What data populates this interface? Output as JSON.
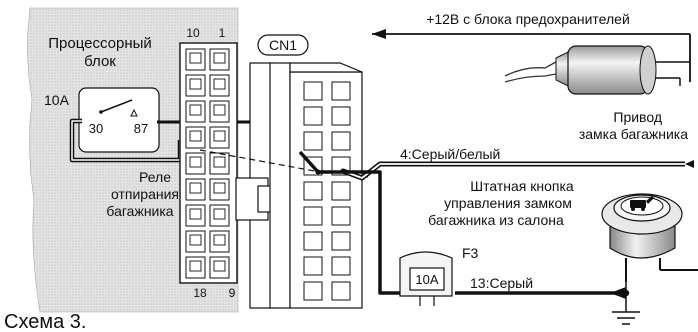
{
  "caption": "Схема 3.",
  "processor_unit": {
    "label_line1": "Процессорный",
    "label_line2": "блок",
    "pin_top_left": "10",
    "pin_top_right": "1",
    "pin_bottom_left": "18",
    "pin_bottom_right": "9"
  },
  "relay": {
    "rating": "10A",
    "pin_a": "30",
    "pin_b": "87",
    "label_line1": "Реле",
    "label_line2": "отпирания",
    "label_line3": "багажника"
  },
  "connector": {
    "name": "CN1"
  },
  "power_wire": {
    "label": "+12В с блока предохранителей"
  },
  "actuator": {
    "label_line1": "Привод",
    "label_line2": "замка багажника"
  },
  "wire_4": {
    "label": "4:Серый/белый"
  },
  "button": {
    "label_line1": "Штатная кнопка",
    "label_line2": "управления замком",
    "label_line3": "багажника из салона"
  },
  "fuse": {
    "name": "F3",
    "rating": "10A"
  },
  "wire_13": {
    "label": "13:Серый"
  },
  "colors": {
    "unit_fill": "#dcdcdc",
    "line": "#111111",
    "background": "#ffffff"
  }
}
